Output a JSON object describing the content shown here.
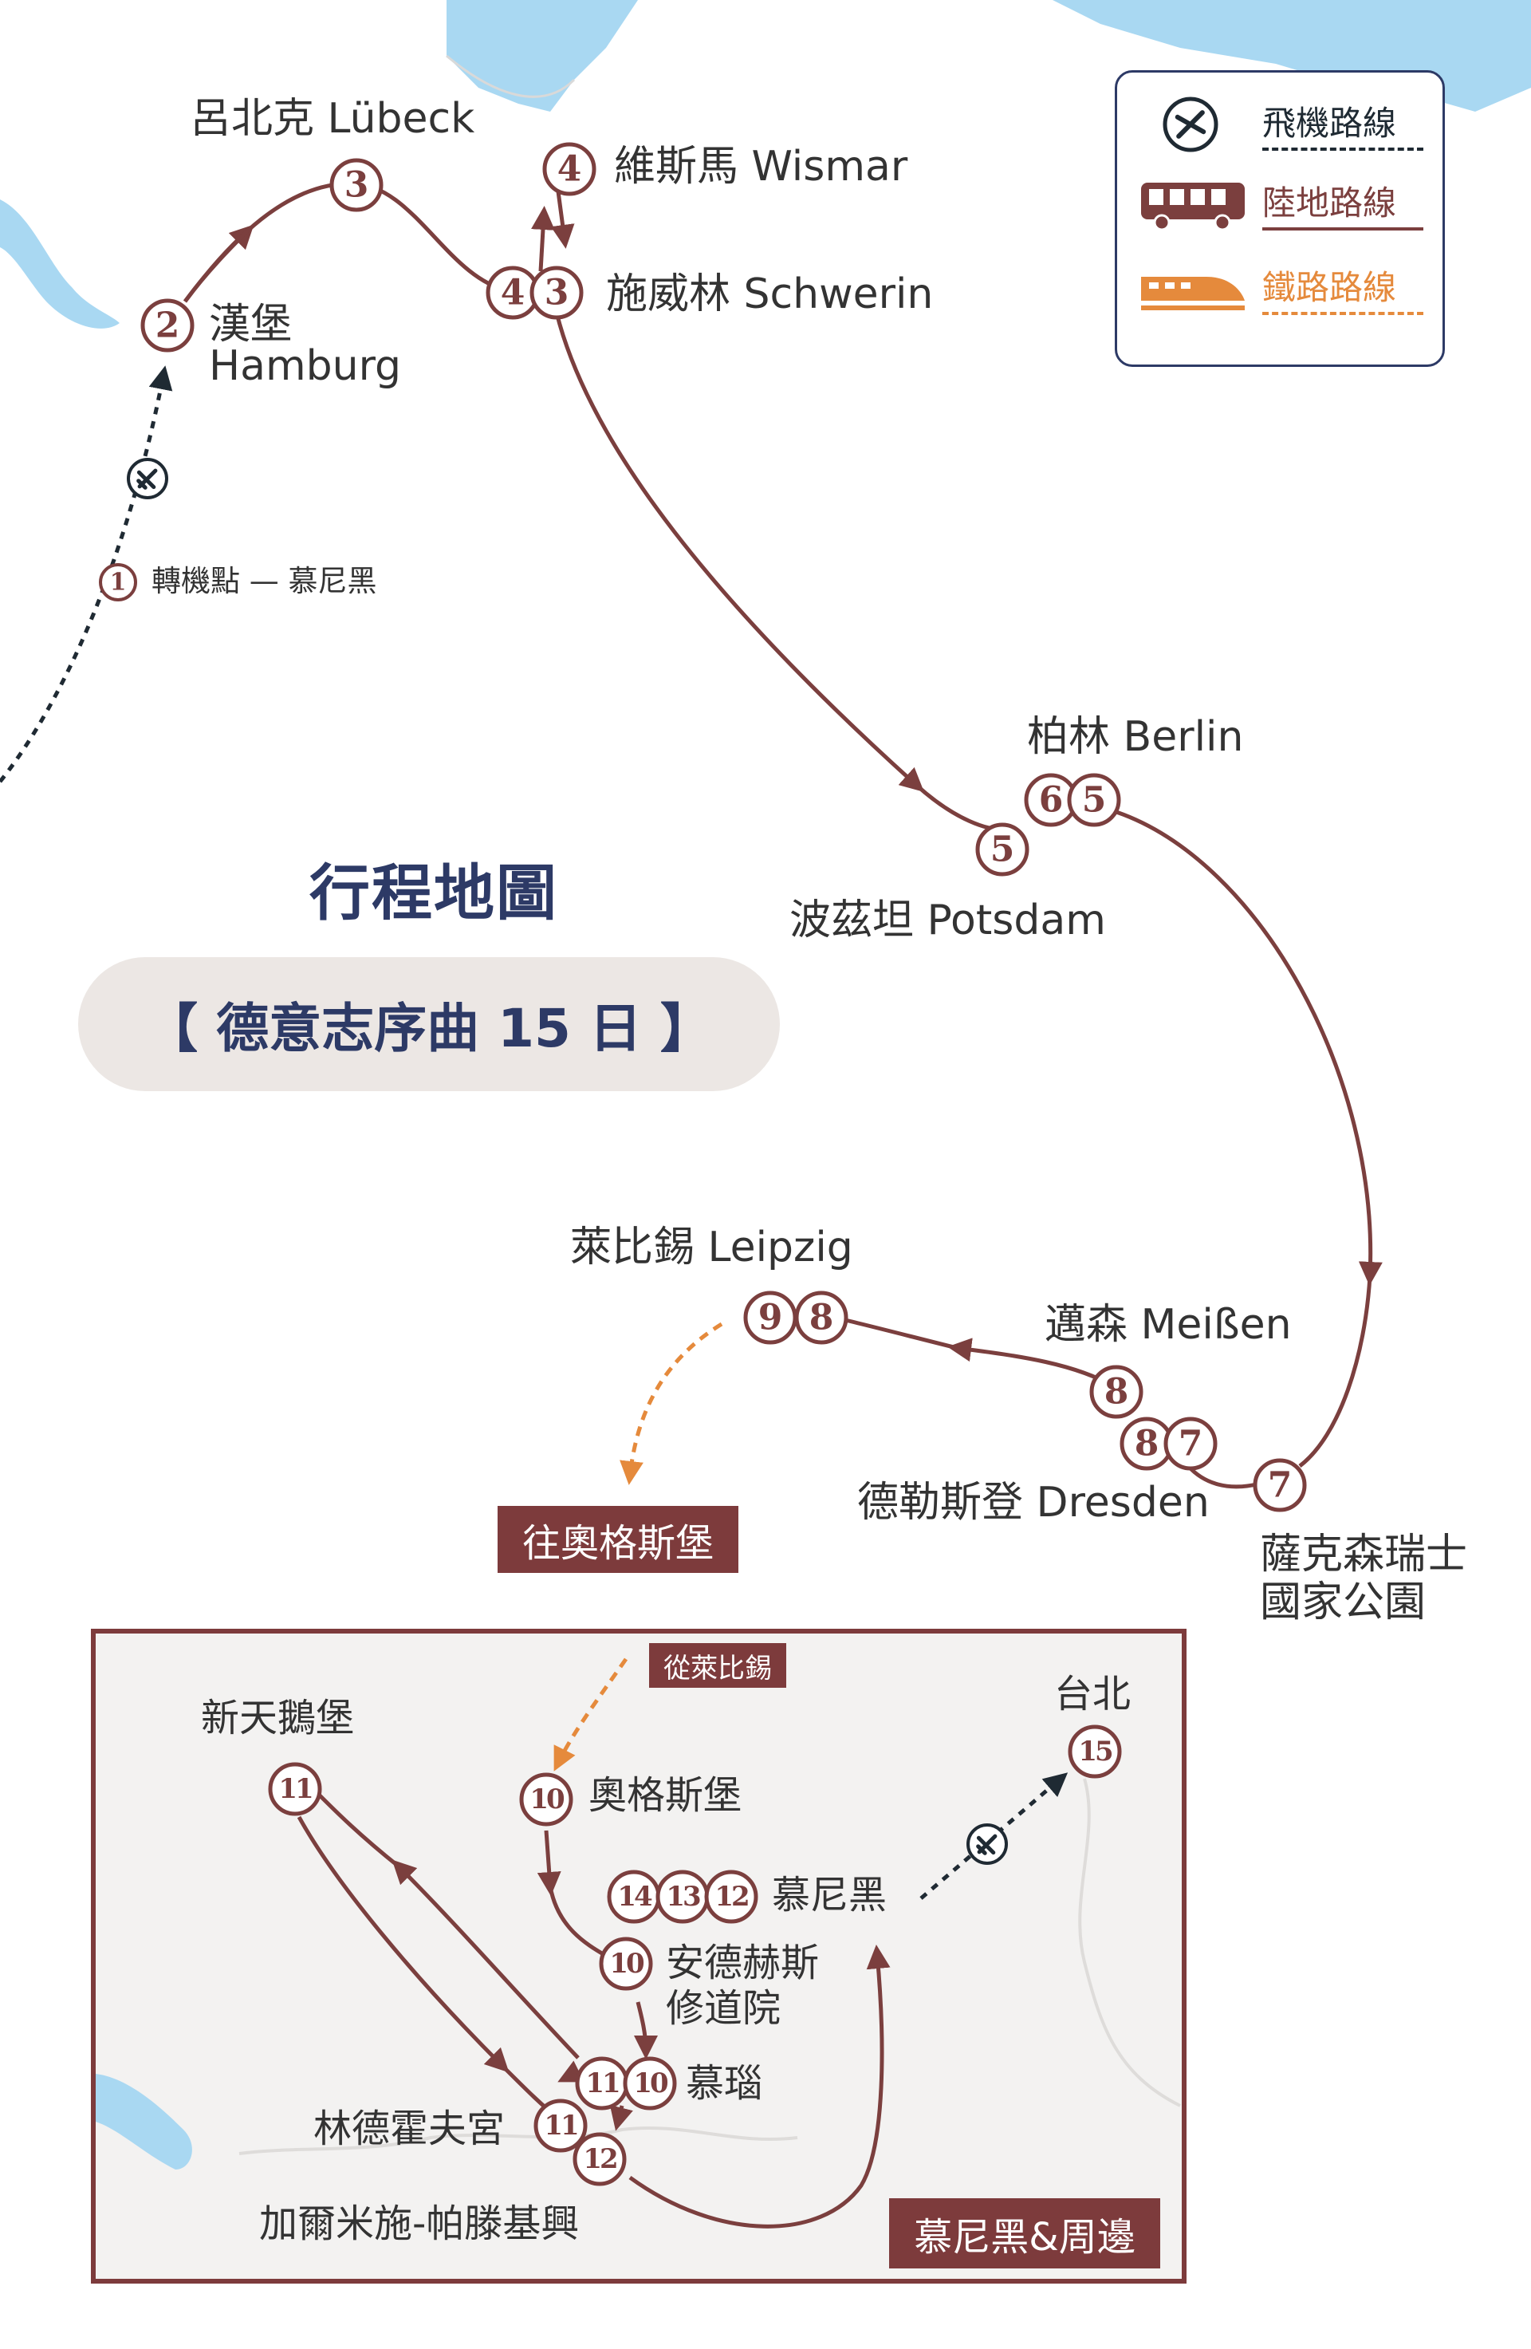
{
  "heading": {
    "title": "行程地圖",
    "subtitle": "【 德意志序曲 15 日 】"
  },
  "legend": {
    "flight": "飛機路線",
    "land": "陸地路線",
    "rail": "鐵路路線"
  },
  "stops": {
    "lubeck": "呂北克 Lübeck",
    "hamburg_zh": "漢堡",
    "hamburg_en": "Hamburg",
    "wismar": "維斯馬 Wismar",
    "schwerin": "施威林 Schwerin",
    "transfer": "轉機點 — 慕尼黑",
    "berlin": "柏林 Berlin",
    "potsdam": "波茲坦 Potsdam",
    "leipzig": "萊比錫 Leipzig",
    "meissen": "邁森 Meißen",
    "dresden": "德勒斯登 Dresden",
    "saxon_1": "薩克森瑞士",
    "saxon_2": "國家公園",
    "to_augsburg": "往奧格斯堡"
  },
  "inset": {
    "from_leipzig": "從萊比錫",
    "neuschwanstein": "新天鵝堡",
    "augsburg": "奧格斯堡",
    "taipei": "台北",
    "munich": "慕尼黑",
    "andechs_1": "安德赫斯",
    "andechs_2": "修道院",
    "murnau": "慕瑙",
    "linderhof": "林德霍夫宮",
    "garmisch": "加爾米施-帕滕基興",
    "region": "慕尼黑&周邊"
  },
  "day_markers": {
    "d1": "1",
    "d2": "2",
    "d3": "3",
    "d4": "4",
    "d5": "5",
    "d6": "6",
    "d7": "7",
    "d8": "8",
    "d9": "9",
    "d10": "10",
    "d11": "11",
    "d12": "12",
    "d13": "13",
    "d14": "14",
    "d15": "15"
  },
  "icons": {
    "flight": "airplane-icon",
    "land": "bus-icon",
    "rail": "train-icon"
  },
  "colors": {
    "route": "#7b3f3e",
    "rail": "#e58a3c",
    "flight": "#1f2a33",
    "water": "#a9d8f2",
    "navy": "#2d3a66",
    "label_box": "#7d3b3c",
    "inset_bg": "#f3f2f1"
  }
}
